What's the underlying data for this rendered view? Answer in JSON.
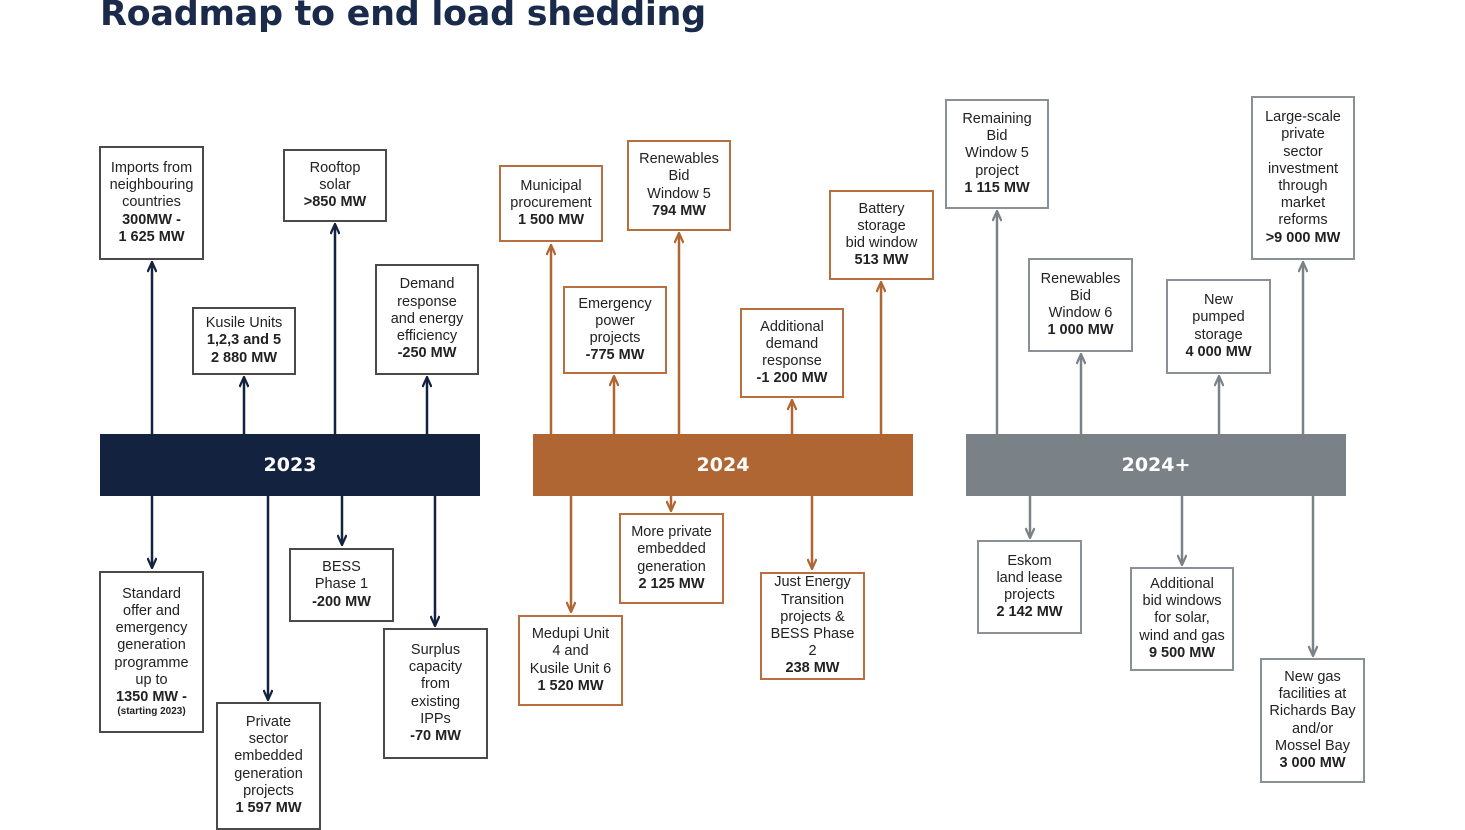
{
  "title": "Roadmap to end load shedding",
  "phases": {
    "p2023": {
      "label": "2023",
      "color": "#13233f"
    },
    "p2024": {
      "label": "2024",
      "color": "#b06632"
    },
    "p2024plus": {
      "label": "2024+",
      "color": "#7a8287"
    }
  },
  "boxes": {
    "imports": {
      "lines": [
        "Imports from",
        "neighbouring",
        "countries"
      ],
      "value": [
        "300MW -",
        "1 625 MW"
      ]
    },
    "kusile": {
      "lines": [
        "Kusile Units"
      ],
      "value": [
        "1,2,3 and 5",
        "2 880 MW"
      ]
    },
    "rooftop": {
      "lines": [
        "Rooftop",
        "solar"
      ],
      "value": [
        ">850 MW"
      ]
    },
    "demand_response": {
      "lines": [
        "Demand",
        "response",
        "and energy",
        "efficiency"
      ],
      "value": [
        "-250 MW"
      ]
    },
    "standard_offer": {
      "lines": [
        "Standard",
        "offer and",
        "emergency",
        "generation",
        "programme",
        "up to"
      ],
      "value": [
        "1350 MW -"
      ],
      "note": "(starting 2023)"
    },
    "private_embedded": {
      "lines": [
        "Private",
        "sector",
        "embedded",
        "generation",
        "projects"
      ],
      "value": [
        "1 597 MW"
      ]
    },
    "bess1": {
      "lines": [
        "BESS",
        "Phase 1"
      ],
      "value": [
        "-200 MW"
      ]
    },
    "surplus": {
      "lines": [
        "Surplus",
        "capacity",
        "from",
        "existing",
        "IPPs"
      ],
      "value": [
        "-70 MW"
      ]
    },
    "municipal": {
      "lines": [
        "Municipal",
        "procurement"
      ],
      "value": [
        "1 500 MW"
      ]
    },
    "emergency_power": {
      "lines": [
        "Emergency",
        "power",
        "projects"
      ],
      "value": [
        "-775 MW"
      ]
    },
    "rbw5": {
      "lines": [
        "Renewables",
        "Bid",
        "Window 5"
      ],
      "value": [
        "794 MW"
      ]
    },
    "additional_demand": {
      "lines": [
        "Additional",
        "demand",
        "response"
      ],
      "value": [
        "-1 200 MW"
      ]
    },
    "battery": {
      "lines": [
        "Battery",
        "storage",
        "bid window"
      ],
      "value": [
        "513 MW"
      ]
    },
    "medupi": {
      "lines": [
        "Medupi Unit",
        "4 and",
        "Kusile Unit 6"
      ],
      "value": [
        "1 520 MW"
      ]
    },
    "more_private": {
      "lines": [
        "More private",
        "embedded",
        "generation"
      ],
      "value": [
        "2 125 MW"
      ]
    },
    "jet": {
      "lines": [
        "Just Energy",
        "Transition",
        "projects &",
        "BESS Phase 2"
      ],
      "value": [
        "238 MW"
      ]
    },
    "remaining_bw5": {
      "lines": [
        "Remaining",
        "Bid",
        "Window 5",
        "project"
      ],
      "value": [
        "1 115 MW"
      ]
    },
    "rbw6": {
      "lines": [
        "Renewables",
        "Bid",
        "Window 6"
      ],
      "value": [
        "1 000 MW"
      ]
    },
    "pumped": {
      "lines": [
        "New",
        "pumped",
        "storage"
      ],
      "value": [
        "4 000 MW"
      ]
    },
    "large_scale": {
      "lines": [
        "Large-scale",
        "private",
        "sector",
        "investment",
        "through",
        "market",
        "reforms"
      ],
      "value": [
        ">9 000 MW"
      ]
    },
    "eskom_land": {
      "lines": [
        "Eskom",
        "land lease",
        "projects"
      ],
      "value": [
        "2 142 MW"
      ]
    },
    "additional_bid": {
      "lines": [
        "Additional",
        "bid windows",
        "for solar,",
        "wind and gas"
      ],
      "value": [
        "9 500 MW"
      ]
    },
    "new_gas": {
      "lines": [
        "New gas",
        "facilities at",
        "Richards Bay",
        "and/or",
        "Mossel Bay"
      ],
      "value": [
        "3 000 MW"
      ]
    }
  }
}
